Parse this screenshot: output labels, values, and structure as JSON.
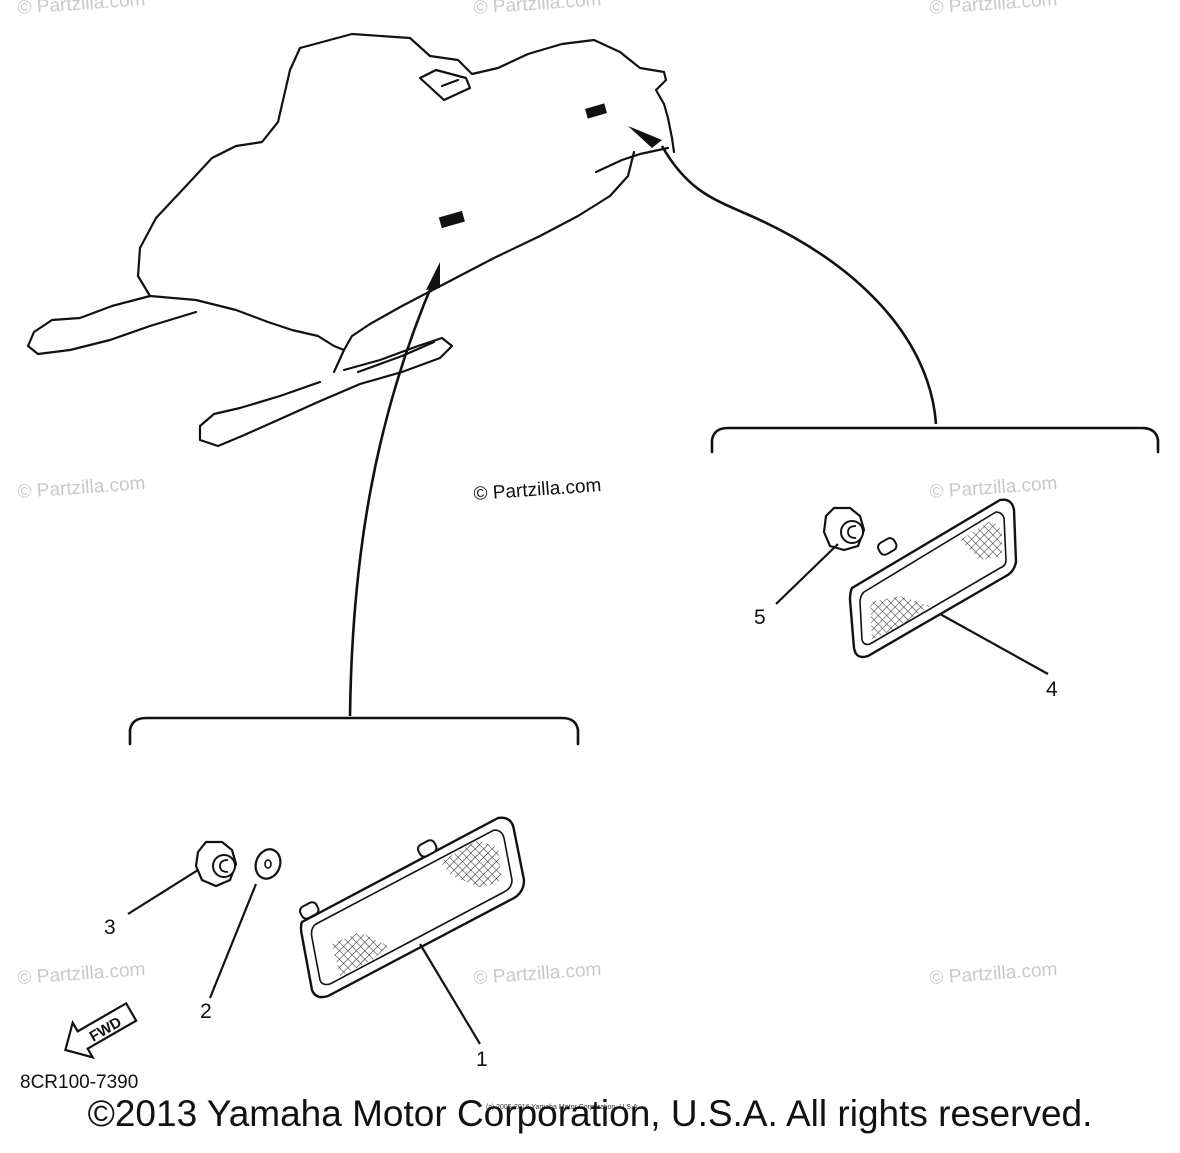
{
  "watermark": "© Partzilla.com",
  "callouts": [
    "1",
    "2",
    "3",
    "4",
    "5"
  ],
  "fwd_label": "FWD",
  "diagram_code": "8CR100-7390",
  "copyright": "©2013 Yamaha Motor Corporation, U.S.A. All rights reserved.",
  "small_copyright": "(c) 2005-2016 Yamaha Motor Corporation, U.S.A.",
  "colors": {
    "line": "#111111",
    "watermark": "#c9c9c9",
    "background": "#ffffff"
  }
}
